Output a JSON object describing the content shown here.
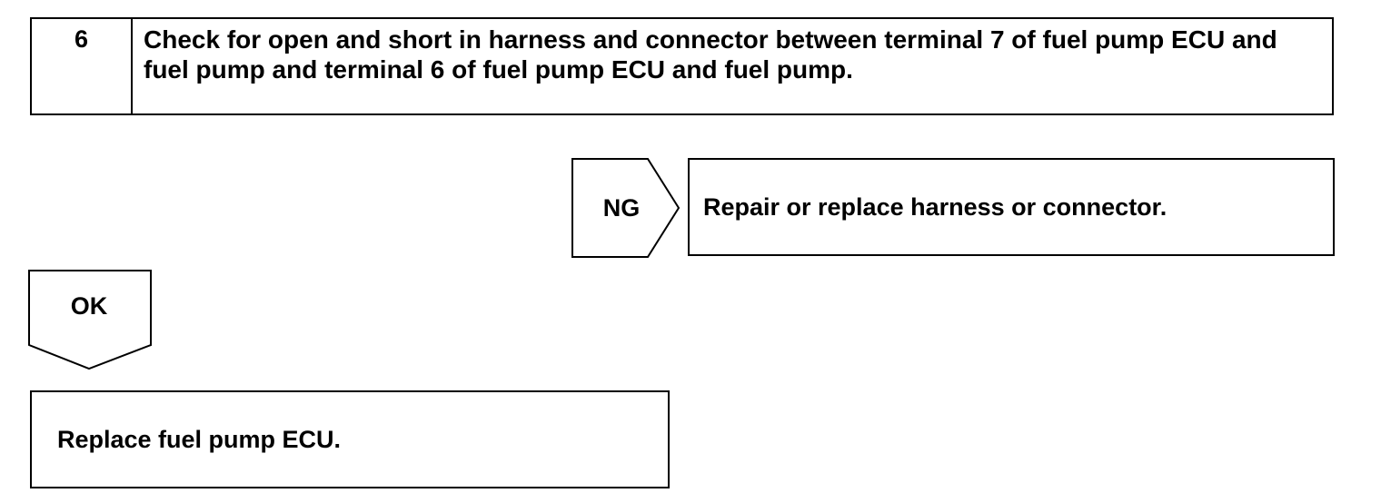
{
  "step": {
    "number": "6",
    "text": "Check for open and short in harness and connector between terminal 7 of fuel pump ECU and fuel pump and terminal 6 of fuel pump ECU and fuel pump."
  },
  "ng_branch": {
    "label": "NG",
    "action": "Repair or replace harness or connector."
  },
  "ok_branch": {
    "label": "OK",
    "action": "Replace fuel pump ECU."
  }
}
